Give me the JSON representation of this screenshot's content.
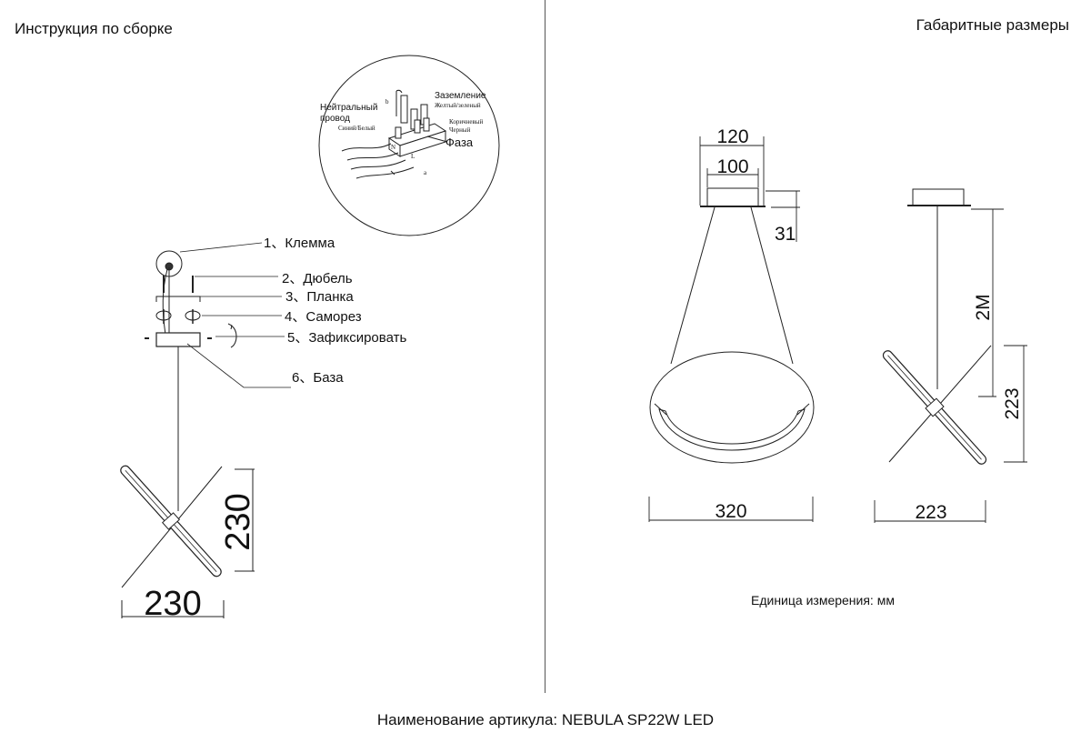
{
  "header": {
    "left_title": "Инструкция по сборке",
    "right_title": "Габаритные размеры"
  },
  "wiring_detail": {
    "neutral_label": "Нейтральный\nпровод",
    "neutral_line1": "Нейтральный",
    "neutral_line2": "провод",
    "neutral_color": "Синий/Белый",
    "ground_label": "Заземление",
    "ground_color": "Желтый/зеленый",
    "phase_color_1": "Коричневый",
    "phase_color_2": "Черный",
    "phase_label": "Фаза",
    "mark_b": "b",
    "mark_n": "N",
    "mark_l": "L",
    "mark_a": "a"
  },
  "assembly_parts": [
    {
      "num": "1",
      "name": "Клемма"
    },
    {
      "num": "2",
      "name": "Дюбель"
    },
    {
      "num": "3",
      "name": "Планка"
    },
    {
      "num": "4",
      "name": "Саморез"
    },
    {
      "num": "5",
      "name": "Зафиксировать"
    },
    {
      "num": "6",
      "name": "База"
    }
  ],
  "assembly_dims": {
    "width": "230",
    "height": "230"
  },
  "dimensions_front": {
    "canopy_outer": "120",
    "canopy_inner": "100",
    "canopy_height": "31",
    "ring_width": "320"
  },
  "dimensions_side": {
    "cable_length": "2M",
    "fixture_height": "223",
    "fixture_width": "223"
  },
  "unit_note": "Единица измерения: мм",
  "footer": {
    "article": "Наименование артикула: NEBULA SP22W LED"
  }
}
